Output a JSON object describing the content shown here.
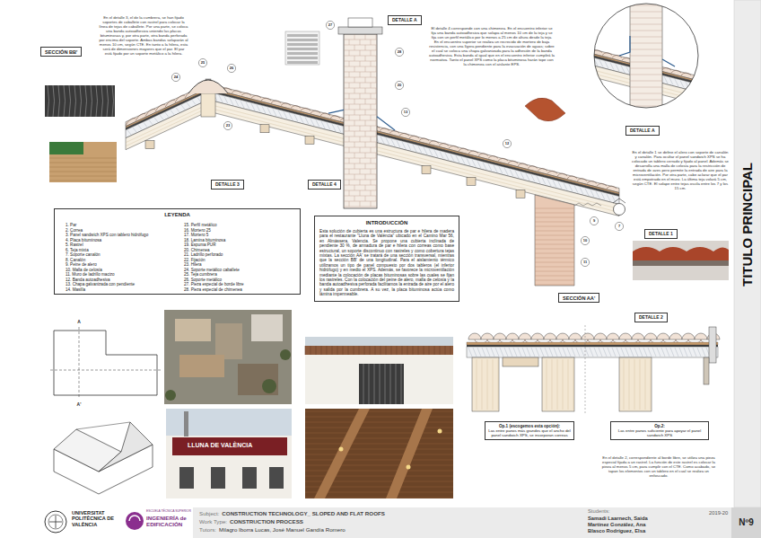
{
  "diagram": {
    "title": "TITULO PRINCIPAL",
    "nodes": [
      {
        "text": [
          "SECCIÓN BB'"
        ]
      },
      {
        "text": [
          "DETALLE A"
        ]
      },
      {
        "text": [
          "DETALLE 3"
        ]
      },
      {
        "text": [
          "DETALLE 4"
        ]
      },
      {
        "text": [
          "DETALLE A"
        ]
      },
      {
        "text": [
          "DETALLE 1"
        ]
      },
      {
        "text": [
          "LEYENDA"
        ]
      },
      {
        "text": [
          "INTRODUCCIÓN",
          "Esta solución de cubierta es una estructura de par e hilera de madera para el restaurante \"Lluna de València\" ubicado en el Camino Mar 56, en Almàssera, Valencia. Se propone una cubierta inclinada de pendiente 30 %, de armadura de par e hilera con correas como base estructural, un soporte discontinuo con rastreles y como cobertura tejas mixtas. La sección AA' se tratará de una sección transversal, mientras que la sección BB' de una longitudinal. Para el aislamiento térmico utilizamos un tipo de panel compuesto por dos tableros (el inferior hidrófugo) y en medio el XPS. Además, se favorece la microventilación mediante la colocación de placas bituminosas sobre las cuales se fijan los rastreles. Con la colocación del peine de alero, malla de celosía y la banda autoadhesiva perforada facilitamos la entrada de aire por el alero y salida por la cumbrera. A su vez, la placa bituminosa actúa como lámina impermeable."
        ]
      },
      {
        "text": [
          "SECCIÓN AA'"
        ]
      },
      {
        "text": [
          "DETALLE 2"
        ]
      },
      {
        "text": [
          "Op.1 (escogemos esta opción):",
          "Las entre panos más grandes que el ancho del panel sandwich XPS, se incorporan correas"
        ]
      },
      {
        "text": [
          "Op.2:",
          "Las entre panos suficiente para apoyar el panel sandwich XPS"
        ]
      },
      {
        "text": [
          "Nº9"
        ]
      }
    ],
    "labels": [
      "En el detalle 3, el de la cumbrera, se han fijado soportes de caballete con rastrel para colocar la línea de tejas de caballete. Por una parte, se coloca una banda autoadhesiva uniendo las placas bituminosas y, por otra parte, otra banda perforada por encima del soporte. Ambas bandas solaparán al menos 10 cm, según CTE. En tanto a la hilera, esta será de dimensiones mayores que el par. El par está fijado por un soporte metálico a la hilera.",
      "El detalle 4 corresponde con una chimenea. En el encuentro inferior se fija una banda autoadhesiva que solapa al menos 10 cm de la teja y se fija con un perfil metálico por lo menos a 25 cm de altura desde la teja. En el encuentro superior se realiza un recrecido de mortero de baja resistencia, con una lígera pendiente para la evacuación de aguas; sobre el cual se coloca una chapa galvanizada para la adhesión de la banda autoadhesiva. Esta banda al igual que en el encuentro inferior cumplirá la normativa. Tanto el panel XPS como la placa bituminosa harán tope con la chimenea con el aislante EPS.",
      "En el detalle 1 se define el alero con soporte de canalón y canalón. Para ocultar el panel sandwich XPS se ha colocado un tablero cerrado y fijado al panel. Además se desarrolla una malla de celosía para la restricción de entrada de aves pero permite la entrada de aire para la microventilación. Por otra parte, cabe aclarar que el par está empotrado en el muro. La última teja volará 5 cm, según CTE. El solape entre tejas oscila entre los 7 y los 15 cm.",
      "En el detalle 2, correspondiente al borde libre, se utiliza una pieza especial fijada a un rastrel. La función de este rastrel es colocar la pieza al menos 5 cm, para cumplir con el CTE. Como acabado, se tapan los elementos con un tablero en el cual se realiza un enfoscado.",
      "LLUNA DE VALÈNCIA",
      "UNIVERSITAT POLITÈCNICA DE VALÈNCIA",
      "ESCUELA TÉCNICA SUPERIOR",
      "INGENIERÍA de EDIFICACIÓN",
      "Subject:",
      "CONSTRUCTION TECHNOLOGY_ SLOPED AND FLAT ROOFS",
      "Work Type:",
      "CONSTRUCTION PROCESS",
      "Tutors:",
      "Milagro Iborra Lucas, José Manuel Gandía Romero",
      "Students:",
      "Samadi Laarnech, Saida",
      "Martinez González, Ana",
      "Blasco Rodríguez, Elsa",
      "2019-20",
      "24",
      "25",
      "26",
      "23",
      "27",
      "28",
      "20",
      "13",
      "12",
      "9",
      "7",
      "10",
      "11",
      "A",
      "A'"
    ],
    "legend": [
      {
        "text": "1. Par"
      },
      {
        "text": "2. Correa"
      },
      {
        "text": "3. Panel sandwich XPS con tablero hidrófugo"
      },
      {
        "text": "4. Placa bituminosa"
      },
      {
        "text": "5. Rastrel"
      },
      {
        "text": "6. Teja mixta"
      },
      {
        "text": "7. Soporte canalón"
      },
      {
        "text": "8. Canalón"
      },
      {
        "text": "9. Peine de alero"
      },
      {
        "text": "10. Malla de celosía"
      },
      {
        "text": "11. Muro de ladrillo macizo"
      },
      {
        "text": "12. Banda autoadhesiva"
      },
      {
        "text": "13. Chapa galvanizada con pendiente"
      },
      {
        "text": "14. Masilla"
      },
      {
        "text": "15. Perfil metálico"
      },
      {
        "text": "16. Mortero 25"
      },
      {
        "text": "17. Mortero 5"
      },
      {
        "text": "18. Lamina bituminosa"
      },
      {
        "text": "19. Espuma PUR"
      },
      {
        "text": "20. Chimenea"
      },
      {
        "text": "21. Ladrillo perforado"
      },
      {
        "text": "22. Fijación"
      },
      {
        "text": "23. Hilera"
      },
      {
        "text": "24. Soporte metálico caballete"
      },
      {
        "text": "25. Teja cumbrera"
      },
      {
        "text": "26. Soporte metálico"
      },
      {
        "text": "27. Pieza especial de borde libre"
      },
      {
        "text": "28. Pieza especial de chimenea"
      }
    ]
  }
}
